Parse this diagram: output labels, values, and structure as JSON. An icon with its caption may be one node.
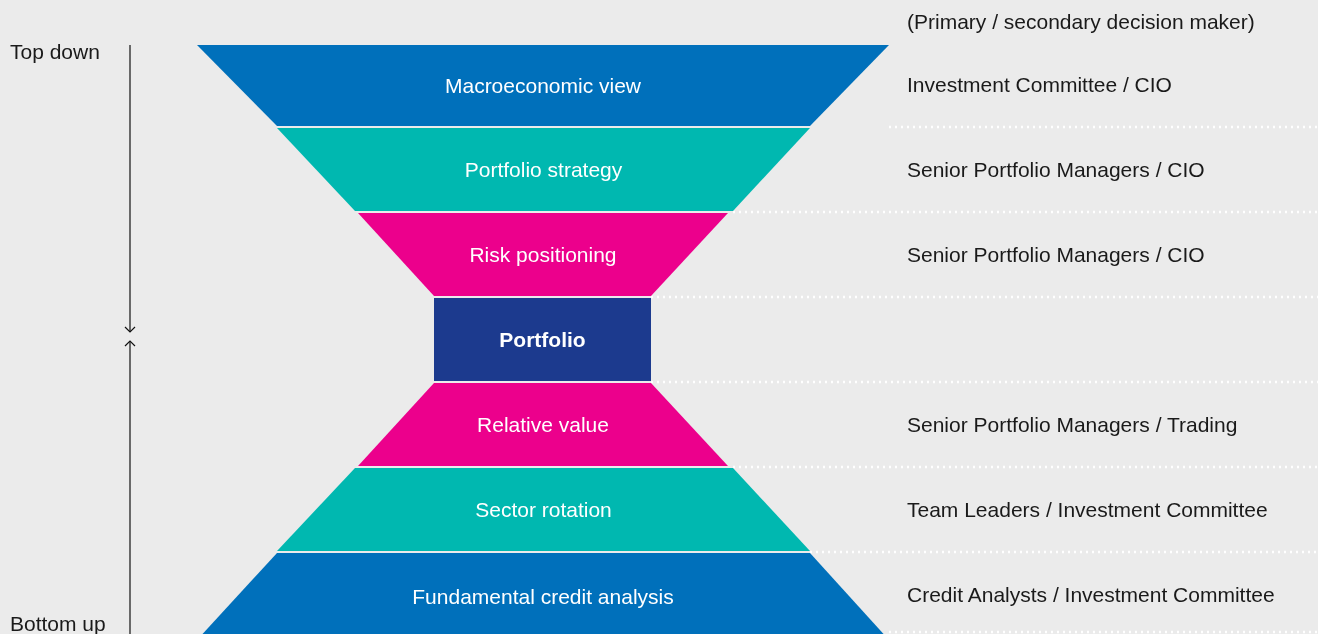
{
  "diagram": {
    "nodes": [
      {
        "text": [
          "Macroeconomic view"
        ]
      },
      {
        "text": [
          "Portfolio strategy"
        ]
      },
      {
        "text": [
          "Risk positioning"
        ]
      },
      {
        "text": [
          "Portfolio"
        ]
      },
      {
        "text": [
          "Relative value"
        ]
      },
      {
        "text": [
          "Sector rotation"
        ]
      },
      {
        "text": [
          "Fundamental credit analysis"
        ]
      }
    ],
    "edges": [],
    "labels": [
      "(Primary / secondary decision maker)",
      "Top down",
      "Investment Committee / CIO",
      "Senior Portfolio Managers / CIO",
      "Senior Portfolio Managers / CIO",
      "Senior Portfolio Managers / Trading",
      "Team Leaders / Investment Committee",
      "Credit Analysts / Investment Committee",
      "Bottom up"
    ]
  }
}
